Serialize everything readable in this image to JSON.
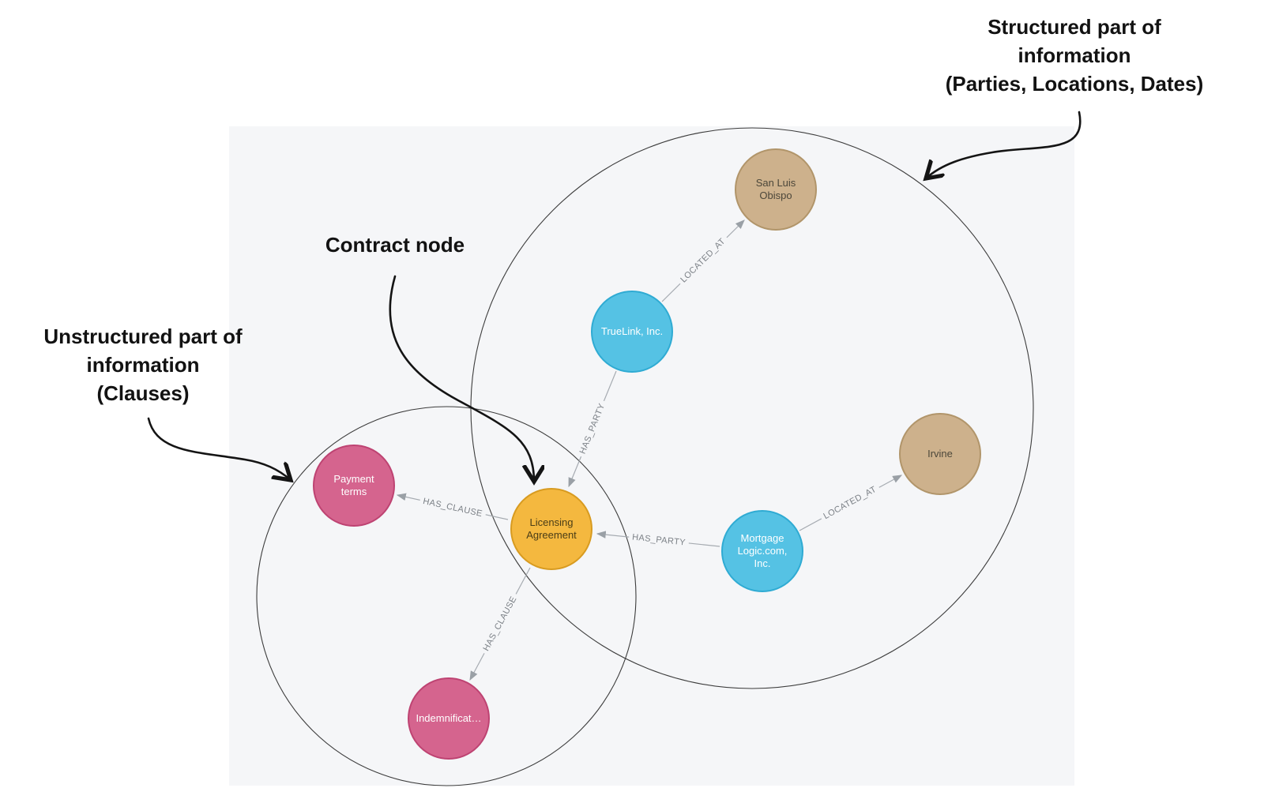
{
  "canvas": {
    "background": "#f5f6f8"
  },
  "annotations": {
    "structured": {
      "text": "Structured part of\ninformation\n(Parties, Locations, Dates)"
    },
    "contract": {
      "text": "Contract node"
    },
    "unstructured": {
      "text": "Unstructured part of\ninformation\n(Clauses)"
    }
  },
  "node_colors": {
    "location": {
      "fill": "#CDB18C",
      "border": "#B1956A",
      "text": "#4C473A"
    },
    "party": {
      "fill": "#55C2E4",
      "border": "#2FABD3",
      "text": "#FFFFFF"
    },
    "contract": {
      "fill": "#F4B83F",
      "border": "#D89B20",
      "text": "#4A3D17"
    },
    "clause": {
      "fill": "#D5648E",
      "border": "#BE4372",
      "text": "#FFFFFF"
    }
  },
  "nodes": [
    {
      "id": "san-luis-obispo",
      "label": "San Luis Obispo",
      "type": "location"
    },
    {
      "id": "truelink",
      "label": "TrueLink, Inc.",
      "type": "party"
    },
    {
      "id": "irvine",
      "label": "Irvine",
      "type": "location"
    },
    {
      "id": "mortgage-logic",
      "label": "Mortgage Logic.com, Inc.",
      "type": "party"
    },
    {
      "id": "licensing-agreement",
      "label": "Licensing Agreement",
      "type": "contract"
    },
    {
      "id": "payment-terms",
      "label": "Payment terms",
      "type": "clause"
    },
    {
      "id": "indemnification",
      "label": "Indemnificat…",
      "type": "clause"
    }
  ],
  "relationships": [
    {
      "type": "LOCATED_AT",
      "from": "truelink",
      "to": "san-luis-obispo"
    },
    {
      "type": "HAS_PARTY",
      "from": "truelink",
      "to": "licensing-agreement"
    },
    {
      "type": "HAS_PARTY",
      "from": "mortgage-logic",
      "to": "licensing-agreement"
    },
    {
      "type": "LOCATED_AT",
      "from": "mortgage-logic",
      "to": "irvine"
    },
    {
      "type": "HAS_CLAUSE",
      "from": "licensing-agreement",
      "to": "payment-terms"
    },
    {
      "type": "HAS_CLAUSE",
      "from": "licensing-agreement",
      "to": "indemnification"
    }
  ]
}
